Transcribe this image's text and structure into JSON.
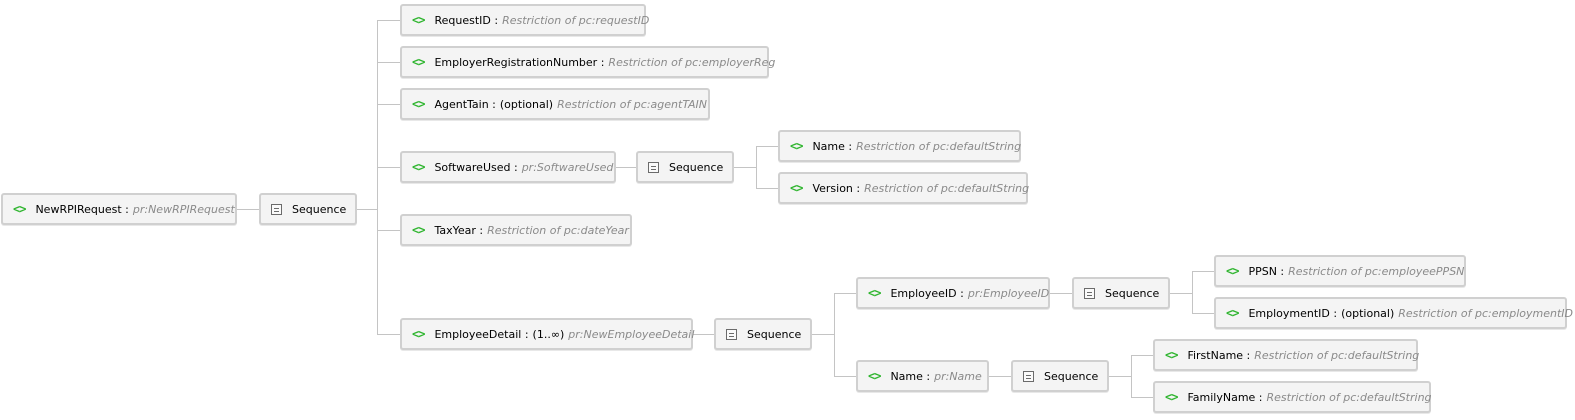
{
  "sequence_label": "Sequence",
  "element_icon": "<>",
  "nodes": {
    "root": {
      "name": "NewRPIRequest",
      "type": "pr:NewRPIRequest"
    },
    "requestid": {
      "name": "RequestID",
      "type": "Restriction of pc:requestID"
    },
    "empreg": {
      "name": "EmployerRegistrationNumber",
      "type": "Restriction of pc:employerReg"
    },
    "agenttain": {
      "name": "AgentTain",
      "card": "(optional)",
      "type": "Restriction of pc:agentTAIN"
    },
    "software": {
      "name": "SoftwareUsed",
      "type": "pr:SoftwareUsed"
    },
    "sw_name": {
      "name": "Name",
      "type": "Restriction of pc:defaultString"
    },
    "sw_version": {
      "name": "Version",
      "type": "Restriction of pc:defaultString"
    },
    "taxyear": {
      "name": "TaxYear",
      "type": "Restriction of pc:dateYear"
    },
    "empdetail": {
      "name": "EmployeeDetail",
      "card": "(1..∞)",
      "type": "pr:NewEmployeeDetail"
    },
    "employeeid": {
      "name": "EmployeeID",
      "type": "pr:EmployeeID"
    },
    "ppsn": {
      "name": "PPSN",
      "type": "Restriction of pc:employeePPSN"
    },
    "employmentid": {
      "name": "EmploymentID",
      "card": "(optional)",
      "type": "Restriction of pc:employmentID"
    },
    "ed_name": {
      "name": "Name",
      "type": "pr:Name"
    },
    "firstname": {
      "name": "FirstName",
      "type": "Restriction of pc:defaultString"
    },
    "familyname": {
      "name": "FamilyName",
      "type": "Restriction of pc:defaultString"
    }
  }
}
